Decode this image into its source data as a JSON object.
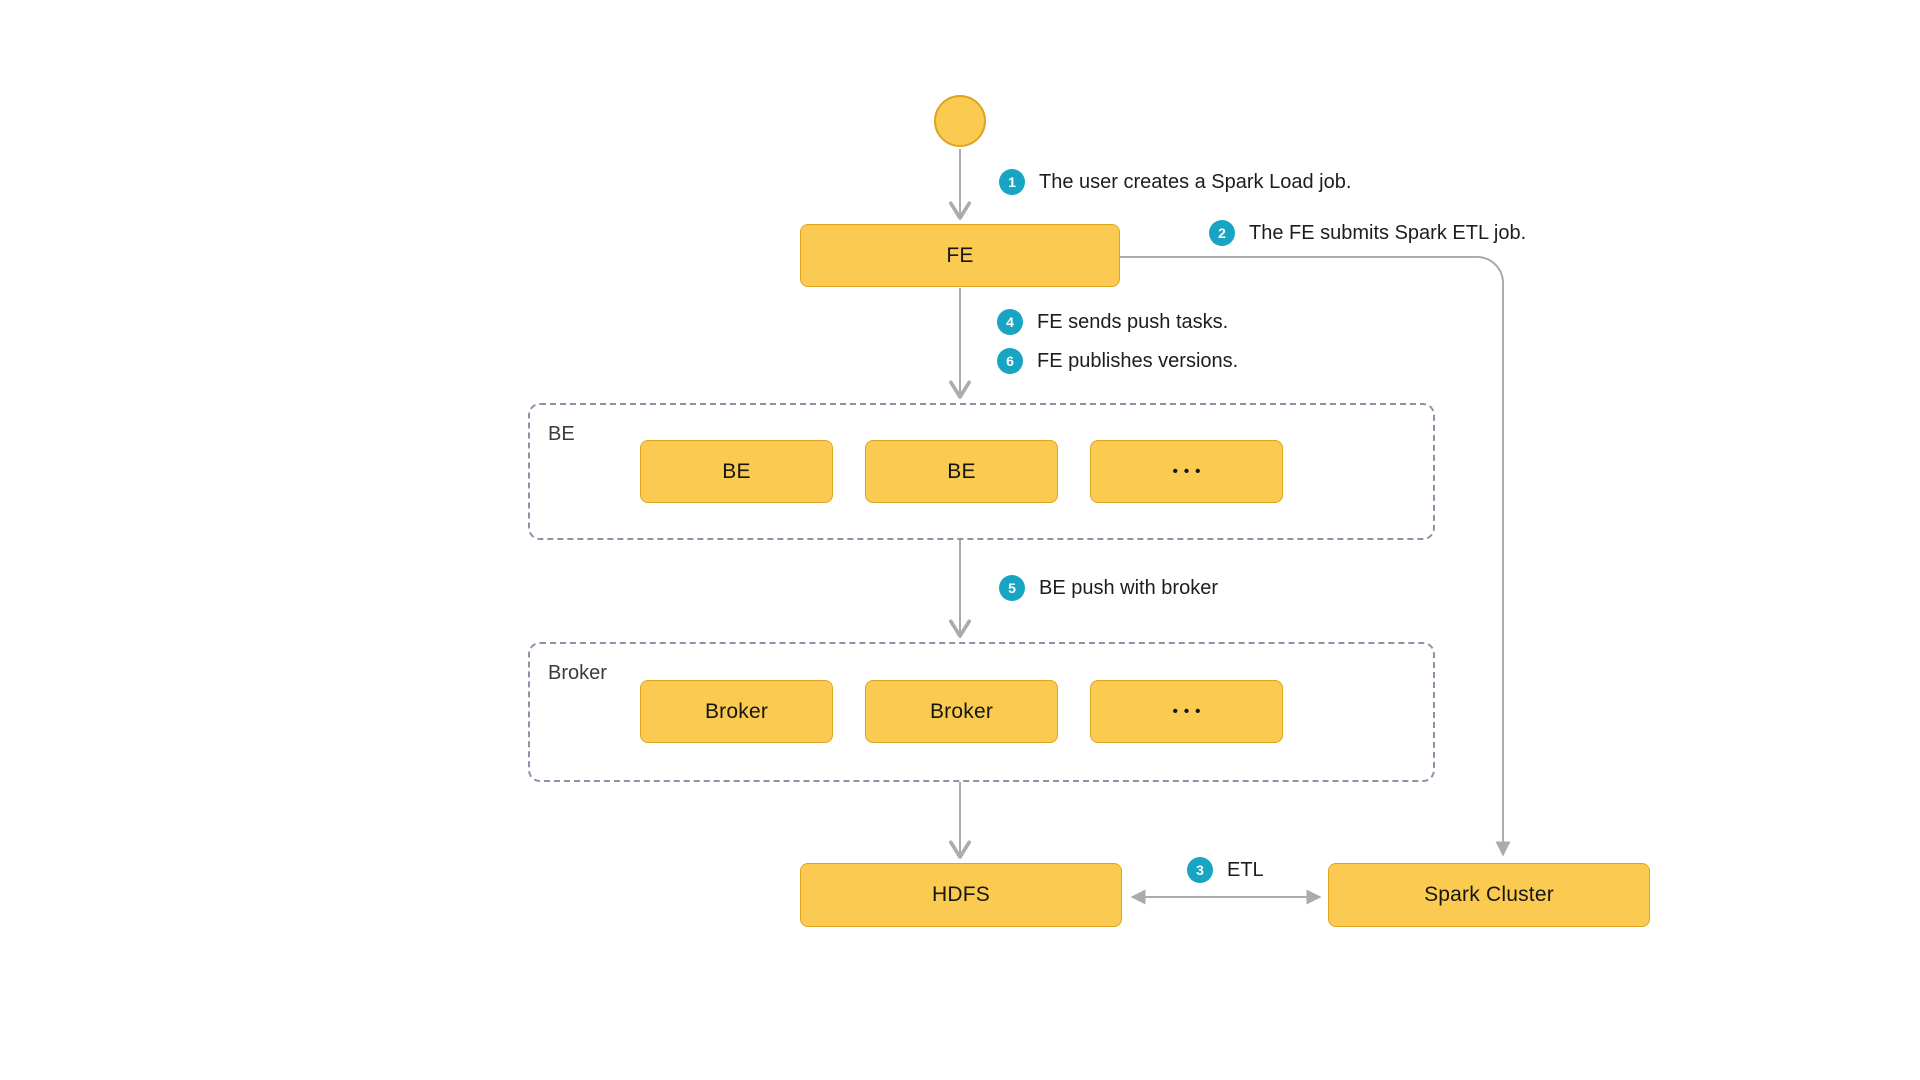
{
  "colors": {
    "node_fill": "#FACB50",
    "node_border": "#DDA321",
    "badge": "#17A5C3",
    "arrow": "#ABABAB",
    "group_border": "#8C93A6"
  },
  "nodes": {
    "fe": {
      "label": "FE"
    },
    "hdfs": {
      "label": "HDFS"
    },
    "spark_cluster": {
      "label": "Spark Cluster"
    },
    "be_group": {
      "label": "BE",
      "boxes": [
        "BE",
        "BE",
        "•••"
      ]
    },
    "broker_group": {
      "label": "Broker",
      "boxes": [
        "Broker",
        "Broker",
        "•••"
      ]
    }
  },
  "steps": {
    "1": {
      "num": "1",
      "text": "The user creates a Spark Load job."
    },
    "2": {
      "num": "2",
      "text": "The FE submits Spark ETL job."
    },
    "3": {
      "num": "3",
      "text": "ETL"
    },
    "4": {
      "num": "4",
      "text": "FE sends push tasks."
    },
    "5": {
      "num": "5",
      "text": "BE push with broker"
    },
    "6": {
      "num": "6",
      "text": "FE publishes versions."
    }
  }
}
